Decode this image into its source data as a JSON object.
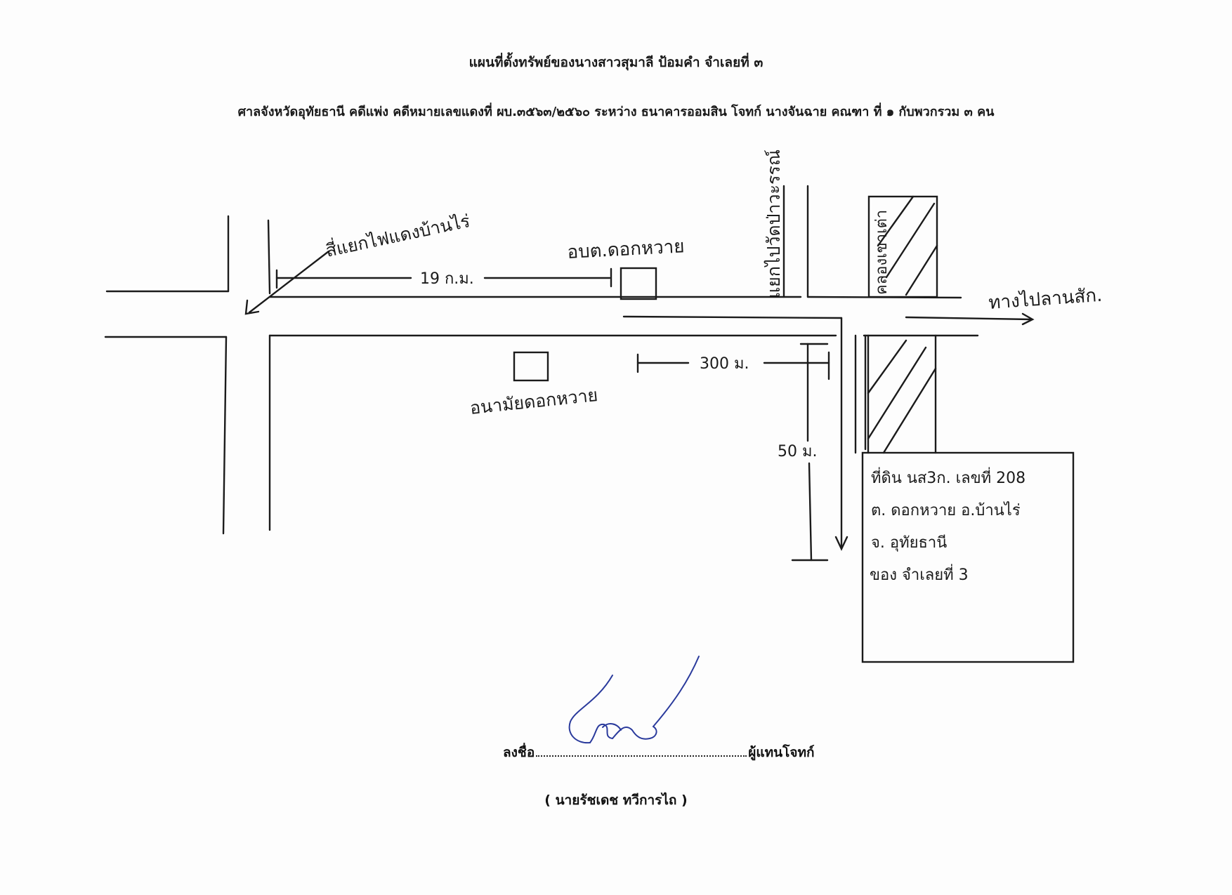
{
  "document": {
    "title": "แผนที่ตั้งทรัพย์ของนางสาวสุมาลี  ป้อมคำ จำเลยที่ ๓",
    "case_line": "ศาลจังหวัดอุทัยธานี  คดีแพ่ง คดีหมายเลขแดงที่ ผบ.๓๕๖๓/๒๕๖๐ ระหว่าง ธนาคารออมสิน  โจทก์  นางจันฉาย  คณฑา ที่ ๑ กับพวกรวม ๓ คน"
  },
  "map": {
    "labels": {
      "to_intersection": "สี่แยกไฟแดงบ้านไร่",
      "distance_19km": "19 ก.ม.",
      "obt": "อบต.ดอกหวาย",
      "branch_road": "แยกไปวัดป่าวะรรณ์",
      "canal": "คลองเขาเต่า",
      "to_lansak": "ทางไปลานสัก.",
      "distance_300m": "300 ม.",
      "health_station": "อนามัยดอกหวาย",
      "distance_50m": "50 ม."
    },
    "property_box": {
      "line1": "ที่ดิน นส3ก. เลขที่ 208",
      "line2": "ต. ดอกหวาย  อ.บ้านไร่",
      "line3": "จ. อุทัยธานี",
      "line4": "ของ จำเลยที่ 3"
    }
  },
  "signature": {
    "sign_prefix": "ลงชื่อ",
    "sign_suffix": "ผู้แทนโจทก์",
    "name": "( นายรัชเดช  ทวีการไถ )"
  },
  "colors": {
    "ink": "#1b1b1b",
    "signature_ink": "#2a3a9c"
  }
}
